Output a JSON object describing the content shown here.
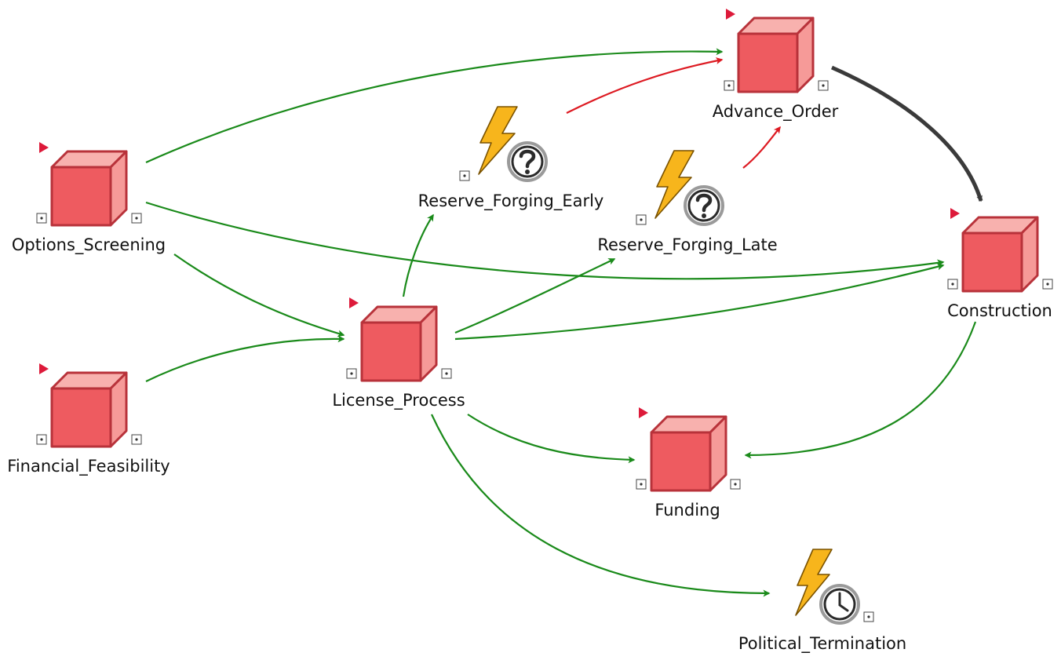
{
  "nodes": [
    {
      "id": "options_screening",
      "label": "Options_Screening",
      "kind": "cube",
      "icon": "activity-cube-icon"
    },
    {
      "id": "financial_feasibility",
      "label": "Financial_Feasibility",
      "kind": "cube",
      "icon": "activity-cube-icon"
    },
    {
      "id": "license_process",
      "label": "License_Process",
      "kind": "cube",
      "icon": "activity-cube-icon"
    },
    {
      "id": "reserve_forging_early",
      "label": "Reserve_Forging_Early",
      "kind": "event-question",
      "icon": "lightning-question-icon"
    },
    {
      "id": "reserve_forging_late",
      "label": "Reserve_Forging_Late",
      "kind": "event-question",
      "icon": "lightning-question-icon"
    },
    {
      "id": "advance_order",
      "label": "Advance_Order",
      "kind": "cube",
      "icon": "activity-cube-icon"
    },
    {
      "id": "construction",
      "label": "Construction",
      "kind": "cube",
      "icon": "activity-cube-icon"
    },
    {
      "id": "funding",
      "label": "Funding",
      "kind": "cube",
      "icon": "activity-cube-icon"
    },
    {
      "id": "political_termination",
      "label": "Political_Termination",
      "kind": "event-clock",
      "icon": "lightning-clock-icon"
    }
  ],
  "edges": [
    {
      "from": "options_screening",
      "to": "advance_order",
      "color": "#1a8a1a"
    },
    {
      "from": "options_screening",
      "to": "construction",
      "color": "#1a8a1a"
    },
    {
      "from": "options_screening",
      "to": "license_process",
      "color": "#1a8a1a"
    },
    {
      "from": "financial_feasibility",
      "to": "license_process",
      "color": "#1a8a1a"
    },
    {
      "from": "license_process",
      "to": "reserve_forging_early",
      "color": "#1a8a1a"
    },
    {
      "from": "license_process",
      "to": "reserve_forging_late",
      "color": "#1a8a1a"
    },
    {
      "from": "license_process",
      "to": "construction",
      "color": "#1a8a1a"
    },
    {
      "from": "license_process",
      "to": "funding",
      "color": "#1a8a1a"
    },
    {
      "from": "license_process",
      "to": "political_termination",
      "color": "#1a8a1a"
    },
    {
      "from": "reserve_forging_early",
      "to": "advance_order",
      "color": "#dd1a22"
    },
    {
      "from": "reserve_forging_late",
      "to": "advance_order",
      "color": "#dd1a22"
    },
    {
      "from": "advance_order",
      "to": "construction",
      "color": "#3a3a3a"
    },
    {
      "from": "construction",
      "to": "funding",
      "color": "#1a8a1a"
    }
  ],
  "colors": {
    "cube_front": "#ee5b60",
    "cube_top": "#f8b1ae",
    "cube_side": "#f69a98",
    "cube_stroke": "#b8323a",
    "marker": "#dd1a3a",
    "lightning": "#f7b51c"
  }
}
